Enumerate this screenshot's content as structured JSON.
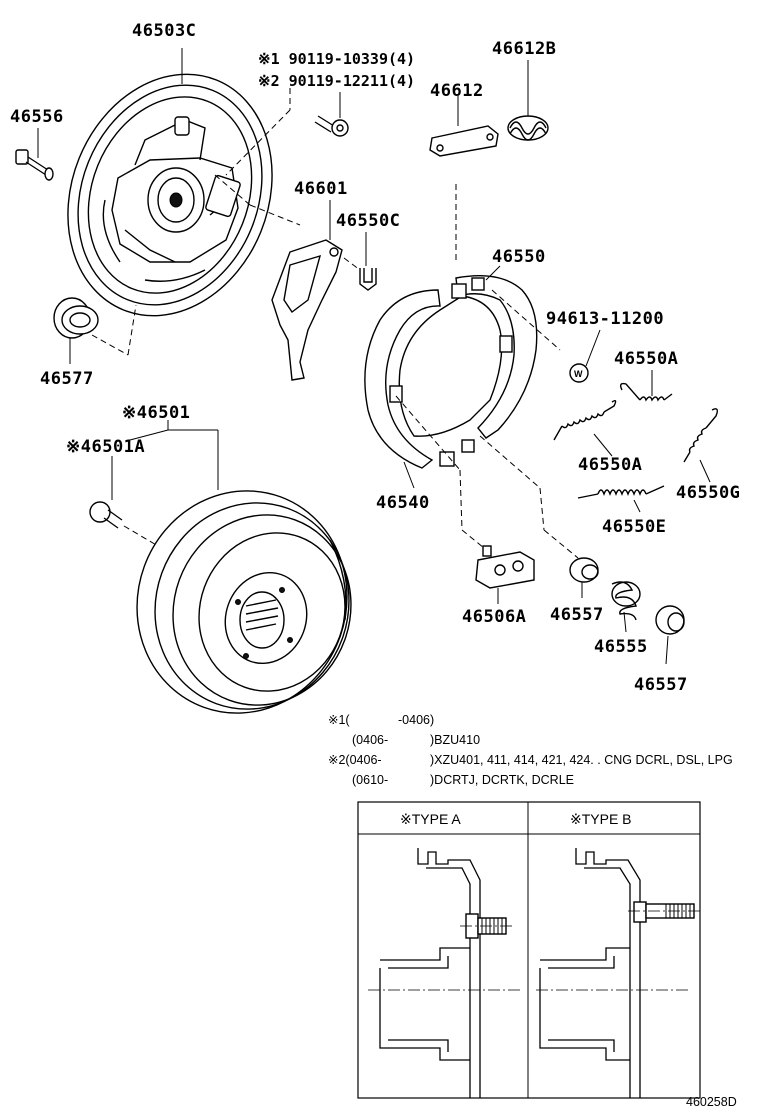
{
  "labels": {
    "p46503C": "46503C",
    "p46556": "46556",
    "p46577": "46577",
    "bolt1": "※1 90119-10339(4)",
    "bolt2": "※2 90119-12211(4)",
    "p46612B": "46612B",
    "p46612": "46612",
    "p46601": "46601",
    "p46550C": "46550C",
    "p46550": "46550",
    "p94613": "94613-11200",
    "p46550A_1": "46550A",
    "p46550A_2": "46550A",
    "p46550G": "46550G",
    "p46550E": "46550E",
    "p46540": "46540",
    "p46501": "※46501",
    "p46501A": "※46501A",
    "p46506A": "46506A",
    "p46557_1": "46557",
    "p46555": "46555",
    "p46557_2": "46557"
  },
  "notes": {
    "n1_mark": "※1(",
    "n1_date": "-0406)",
    "n1b_date": "(0406-",
    "n1b_models": ")BZU410",
    "n2_mark": "※2(0406-",
    "n2_models": ")XZU401, 411, 414, 421, 424. . CNG DCRL, DSL, LPG",
    "n2b_date": "(0610-",
    "n2b_models": ")DCRTJ, DCRTK, DCRLE"
  },
  "types": {
    "type_a": "※TYPE A",
    "type_b": "※TYPE B"
  },
  "footer": {
    "code": "460258D"
  },
  "icons": {
    "washer_mark": "W"
  }
}
